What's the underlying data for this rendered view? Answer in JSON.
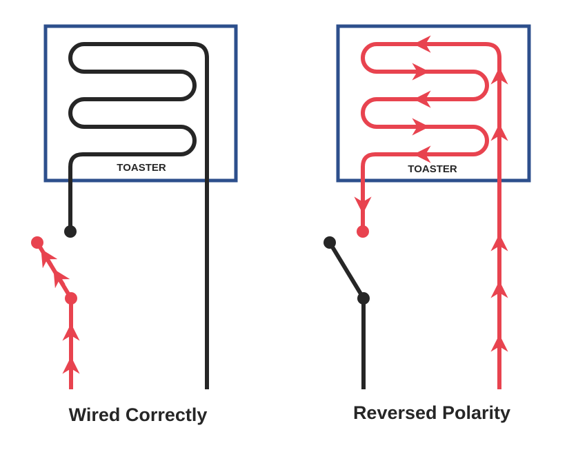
{
  "colors": {
    "box_border": "#2d4f8c",
    "live_wire": "#e8434f",
    "neutral_wire": "#262626",
    "text": "#262626"
  },
  "panels": [
    {
      "id": "wired-correctly",
      "box_label": "TOASTER",
      "caption": "Wired Correctly",
      "switch_state": "open",
      "switch_side_wire": "live",
      "coil_wire": "neutral",
      "return_wire": "neutral",
      "current_arrows": "on switch lead only"
    },
    {
      "id": "reversed-polarity",
      "box_label": "TOASTER",
      "caption": "Reversed Polarity",
      "switch_state": "open",
      "switch_side_wire": "neutral",
      "coil_wire": "live",
      "return_wire": "live",
      "current_arrows": "through coil and return wire"
    }
  ]
}
